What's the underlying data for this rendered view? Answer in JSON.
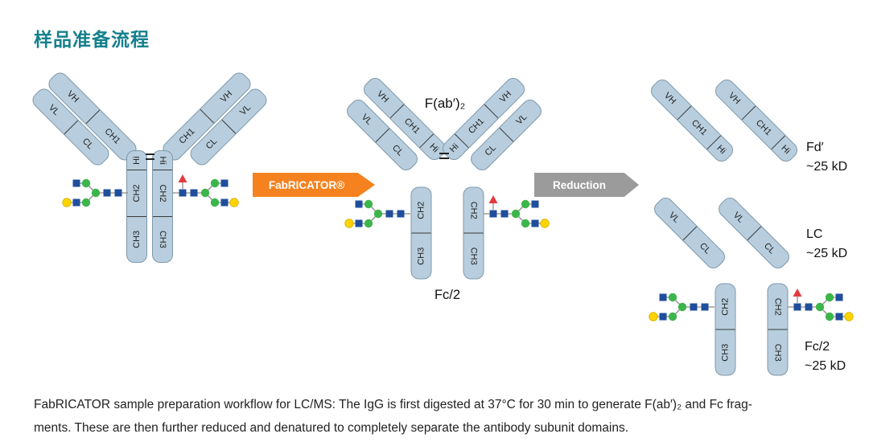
{
  "title": "样品准备流程",
  "domains": {
    "VH": "VH",
    "CH1": "CH1",
    "VL": "VL",
    "CL": "CL",
    "Hi": "Hi",
    "CH2": "CH2",
    "CH3": "CH3"
  },
  "arrows": {
    "fabricator": "FabRICATOR®",
    "reduction": "Reduction"
  },
  "fragments": {
    "fab2": "F(ab′)₂",
    "fc2_mid": "Fc/2",
    "fd": "Fd′",
    "fd_mass": "~25 kD",
    "lc": "LC",
    "lc_mass": "~25 kD",
    "fc2": "Fc/2",
    "fc2_mass": "~25 kD"
  },
  "caption": {
    "line1": "FabRICATOR sample preparation workflow for LC/MS: The IgG is first digested at 37°C for 30 min to generate F(ab′)₂ and Fc frag-",
    "line2": "ments. These are then further reduced and denatured to completely separate the antibody subunit domains."
  },
  "icons": {
    "glycan-square": "■",
    "glycan-circle": "●",
    "glycan-triangle": "▲"
  },
  "colors": {
    "title": "#15808D",
    "chain_fill": "#B8CEDE",
    "chain_border": "#7E99AC",
    "fabricator_arrow": "#F5821F",
    "reduction_arrow": "#9B9B9B",
    "glycan_blue": "#1F4E9C",
    "glycan_green": "#3CB54A",
    "glycan_yellow": "#FFD400",
    "glycan_red": "#E23B3E"
  }
}
